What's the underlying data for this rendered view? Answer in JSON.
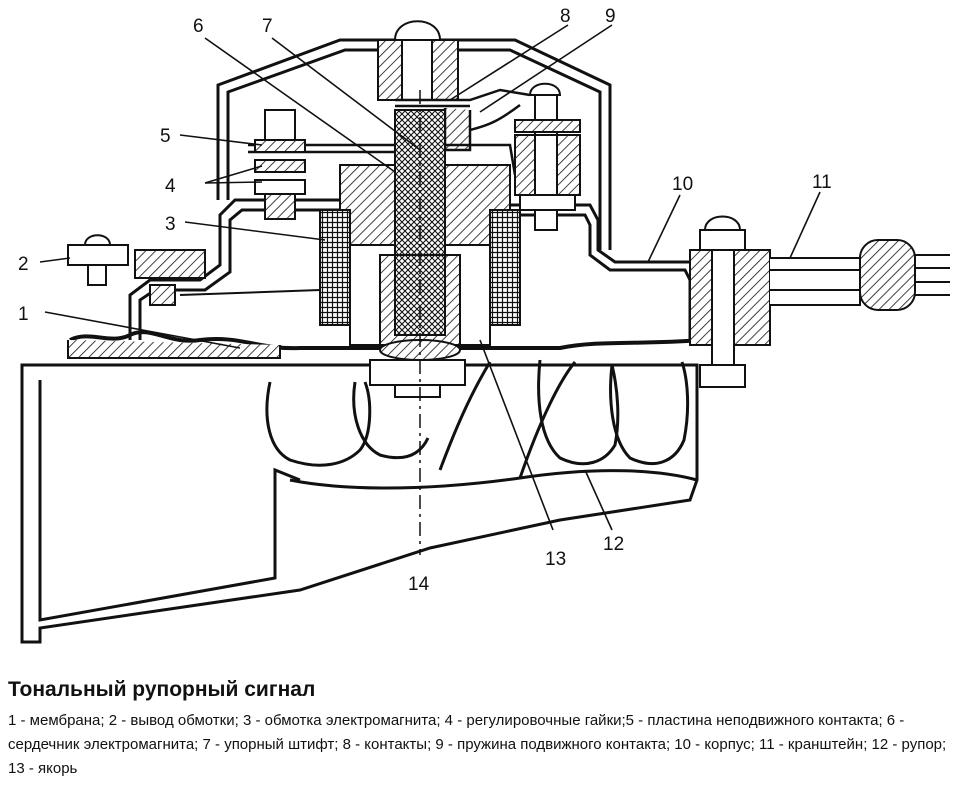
{
  "diagram": {
    "callouts": [
      "1",
      "2",
      "3",
      "4",
      "5",
      "6",
      "7",
      "8",
      "9",
      "10",
      "11",
      "12",
      "13",
      "14"
    ]
  },
  "caption": {
    "title": "Тональный рупорный сигнал",
    "legend": "1 - мембрана; 2 - вывод обмотки; 3 - обмотка электромагнита; 4 - регулировочные гайки;5 - пластина неподвижного контакта; 6 - сердечник электромагнита; 7 - упорный штифт; 8 - контакты; 9 - пружина подвижного контакта; 10 - корпус; 11 - кранштейн; 12 - рупор; 13 - якорь"
  }
}
